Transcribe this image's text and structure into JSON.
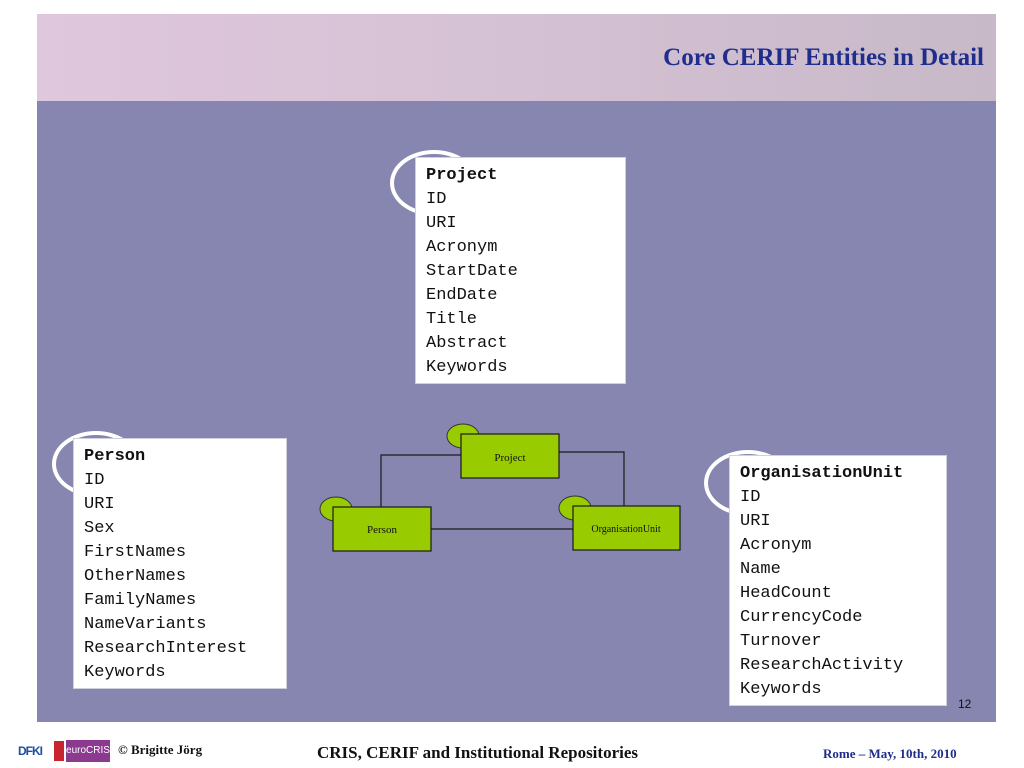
{
  "slide": {
    "title": "Core CERIF Entities in Detail",
    "page_number": "12"
  },
  "entities": {
    "project": {
      "name": "Project",
      "attributes": [
        "ID",
        "URI",
        "Acronym",
        "StartDate",
        "EndDate",
        "Title",
        "Abstract",
        "Keywords"
      ]
    },
    "person": {
      "name": "Person",
      "attributes": [
        "ID",
        "URI",
        "Sex",
        "FirstNames",
        "OtherNames",
        "FamilyNames",
        "NameVariants",
        "ResearchInterest",
        "Keywords"
      ]
    },
    "organisation_unit": {
      "name": "OrganisationUnit",
      "attributes": [
        "ID",
        "URI",
        "Acronym",
        "Name",
        "HeadCount",
        "CurrencyCode",
        "Turnover",
        "ResearchActivity",
        "Keywords"
      ]
    }
  },
  "diagram": {
    "project_label": "Project",
    "person_label": "Person",
    "orgunit_label": "OrganisationUnit"
  },
  "footer": {
    "logo_left": "DFKI",
    "logo_right": "euroCRIS",
    "copyright": "© Brigitte Jörg",
    "center": "CRIS, CERIF and Institutional Repositories",
    "right": "Rome – May, 10th, 2010"
  },
  "colors": {
    "title": "#1f2d8c",
    "content_bg": "#8686b1",
    "entity_box": "#99cc00"
  }
}
